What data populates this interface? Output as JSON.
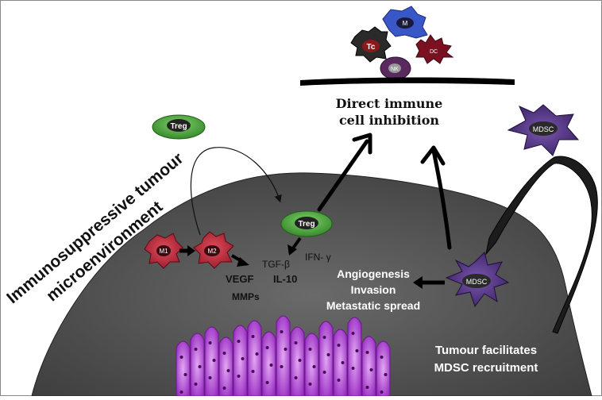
{
  "title_lines": [
    "Immunosuppressive tumour",
    "microenvironment"
  ],
  "immune_cells": {
    "macrophage": "M",
    "tc": "Tc",
    "dc": "DC",
    "nk": "NK"
  },
  "inhibition_label": [
    "Direct immune",
    "cell inhibition"
  ],
  "treg_top": "Treg",
  "treg_inner": "Treg",
  "mdsc_outer": "MDSC",
  "mdsc_inner": "MDSC",
  "m1": "M1",
  "m2": "M2",
  "cytokines": {
    "tgfb": "TGF-β",
    "il10": "IL-10",
    "ifng": "IFN- γ",
    "vegf": "VEGF",
    "mmps": "MMPs"
  },
  "effects": [
    "Angiogenesis",
    "Invasion",
    "Metastatic spread"
  ],
  "recruitment_label": [
    "Tumour facilitates",
    "MDSC recruitment"
  ],
  "colors": {
    "tumour": "#5f5f5f",
    "treg": "#3c9a2e",
    "mdsc": "#4a2c7a",
    "macrophage": "#c6283a",
    "vessel": "#a23cc8"
  }
}
